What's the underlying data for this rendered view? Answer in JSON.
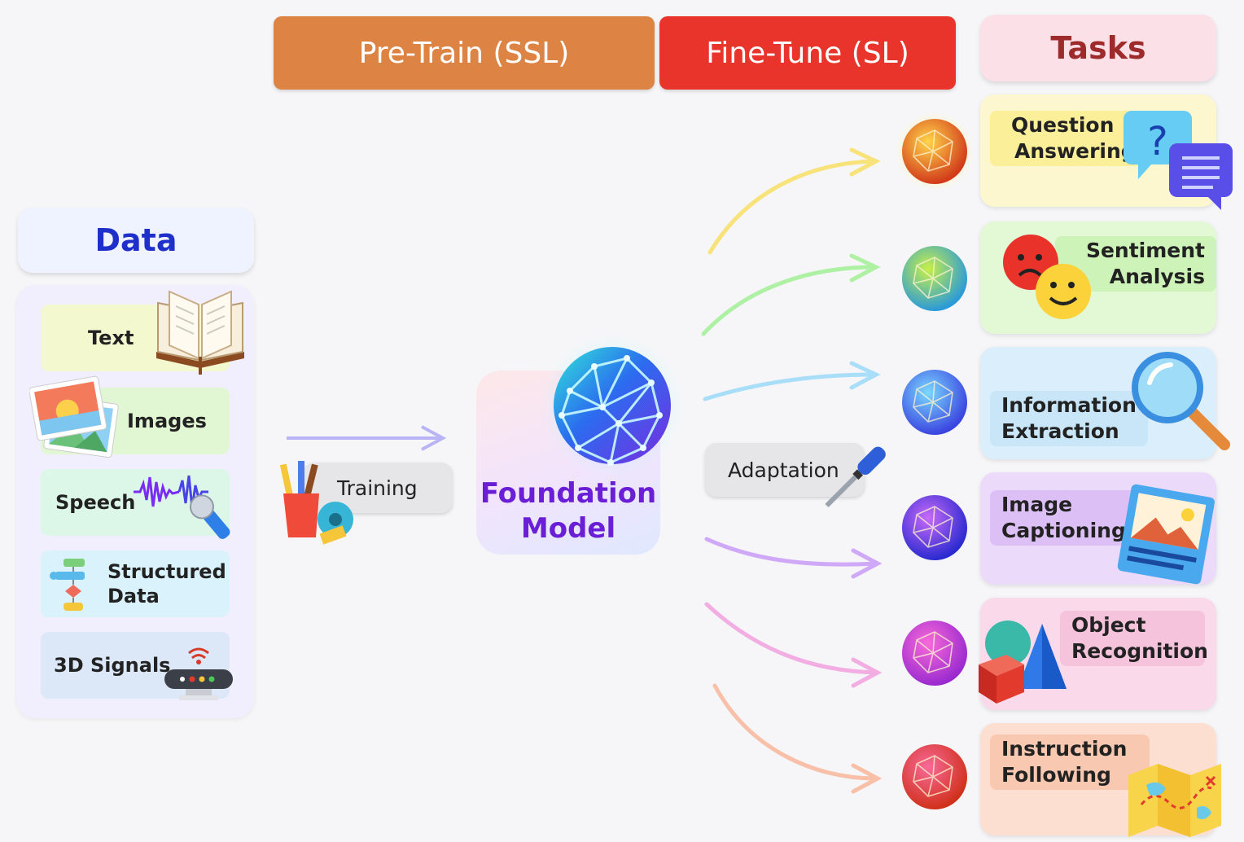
{
  "header": {
    "pretrain": "Pre-Train (SSL)",
    "finetune": "Fine-Tune (SL)",
    "tasks": "Tasks"
  },
  "data": {
    "title": "Data",
    "items": [
      {
        "label": "Text",
        "icon": "book-icon"
      },
      {
        "label": "Images",
        "icon": "photos-icon"
      },
      {
        "label": "Speech",
        "icon": "microphone-icon"
      },
      {
        "label_line1": "Structured",
        "label_line2": "Data",
        "icon": "flowchart-icon"
      },
      {
        "label": "3D Signals",
        "icon": "router-icon"
      }
    ]
  },
  "training": {
    "label": "Training",
    "icon": "stationery-icon"
  },
  "foundation_model": {
    "line1": "Foundation",
    "line2": "Model",
    "icon": "neural-sphere-icon"
  },
  "adaptation": {
    "label": "Adaptation",
    "icon": "screwdriver-icon"
  },
  "tasks": [
    {
      "line1": "Question",
      "line2": "Answering",
      "icon": "question-chat-icon",
      "color": "#f5d33a"
    },
    {
      "line1": "Sentiment",
      "line2": "Analysis",
      "icon": "emoji-faces-icon",
      "color": "#5fd35a"
    },
    {
      "line1": "Information",
      "line2": "Extraction",
      "icon": "magnifier-icon",
      "color": "#4aa8f0"
    },
    {
      "line1": "Image",
      "line2": "Captioning",
      "icon": "picture-icon",
      "color": "#8a3cf0"
    },
    {
      "line1": "Object",
      "line2": "Recognition",
      "icon": "shapes-icon",
      "color": "#e64fc0"
    },
    {
      "line1": "Instruction",
      "line2": "Following",
      "icon": "treasure-map-icon",
      "color": "#e8554a"
    }
  ]
}
